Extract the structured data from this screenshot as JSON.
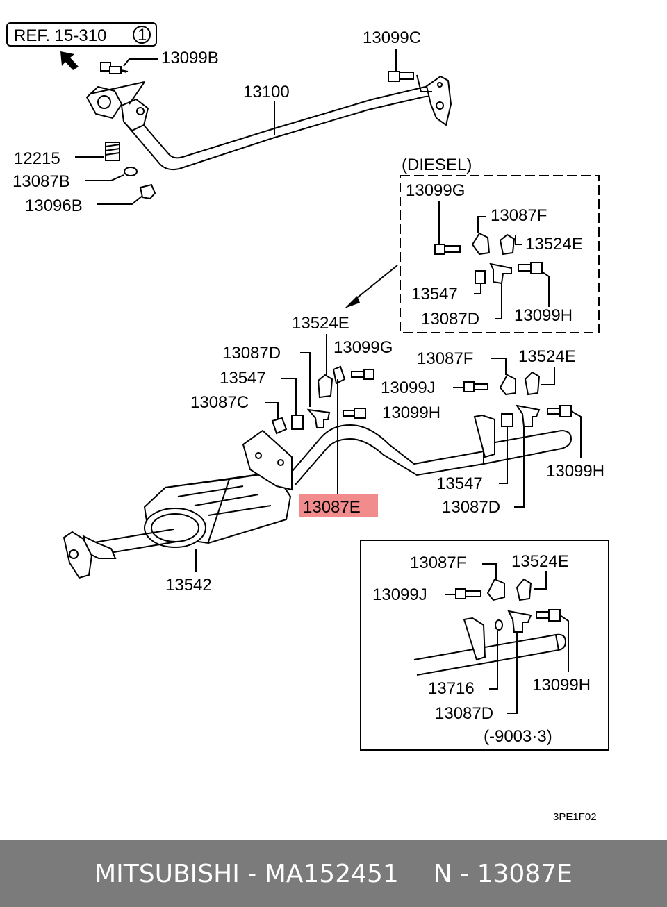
{
  "ref_label": "REF. 15-310",
  "ref_circle": "1",
  "sheet_code": "3PE1F02",
  "highlight_color": "#f28b8b",
  "callouts": {
    "c13099B": "13099B",
    "c13099C": "13099C",
    "c13100": "13100",
    "c12215": "12215",
    "c13087B": "13087B",
    "c13096B": "13096B",
    "diesel_header": "(DIESEL)",
    "d_13099G": "13099G",
    "d_13087F": "13087F",
    "d_13524E": "13524E",
    "d_13547": "13547",
    "d_13087D": "13087D",
    "d_13099H": "13099H",
    "m_13524E": "13524E",
    "m_13087D": "13087D",
    "m_13099G": "13099G",
    "m_13547": "13547",
    "m_13087C": "13087C",
    "m_13099H": "13099H",
    "r_13087F": "13087F",
    "r_13524E": "13524E",
    "r_13099J": "13099J",
    "r_13547": "13547",
    "r_13099H": "13099H",
    "r_13087D": "13087D",
    "highlighted": "13087E",
    "m_13542": "13542",
    "b_13087F": "13087F",
    "b_13524E": "13524E",
    "b_13099J": "13099J",
    "b_13716": "13716",
    "b_13099H": "13099H",
    "b_13087D": "13087D",
    "b_footnote": "(-9003·3)"
  },
  "footer": {
    "brand_part": "MITSUBISHI - MA152451",
    "ref_part": "N - 13087E"
  }
}
